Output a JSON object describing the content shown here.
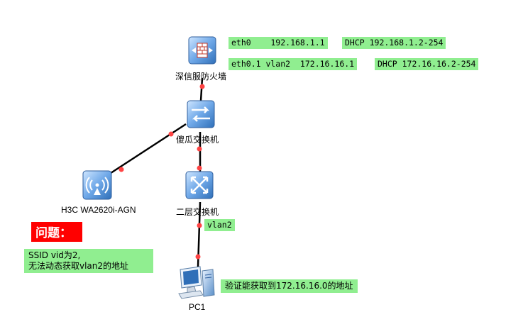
{
  "devices": {
    "firewall": {
      "name": "深信服防火墙",
      "icon": "firewall-icon"
    },
    "transparent_switch": {
      "name": "傻瓜交换机",
      "icon": "switch-icon"
    },
    "l2_switch": {
      "name": "二层交换机",
      "icon": "l2-switch-icon"
    },
    "ap": {
      "name": "H3C WA2620i-AGN",
      "icon": "wireless-ap-icon"
    },
    "pc": {
      "name": "PC1",
      "icon": "pc-icon"
    }
  },
  "labels": {
    "eth0_line": "eth0    192.168.1.1",
    "eth0_dhcp": "DHCP 192.168.1.2-254",
    "eth01_line": "eth0.1 vlan2  172.16.16.1",
    "eth01_dhcp": "DHCP 172.16.16.2-254",
    "vlan2": "vlan2",
    "pc_note": "验证能获取到172.16.16.0的地址"
  },
  "problem": {
    "title": "问题：",
    "text": "SSID vid为2,\n无法动态获取vlan2的地址"
  },
  "colors": {
    "label_bg": "#90ee90",
    "problem_bg": "#ff0000",
    "link": "#000000",
    "port": "#ff4444",
    "device_blue": "#4a8fd6"
  }
}
